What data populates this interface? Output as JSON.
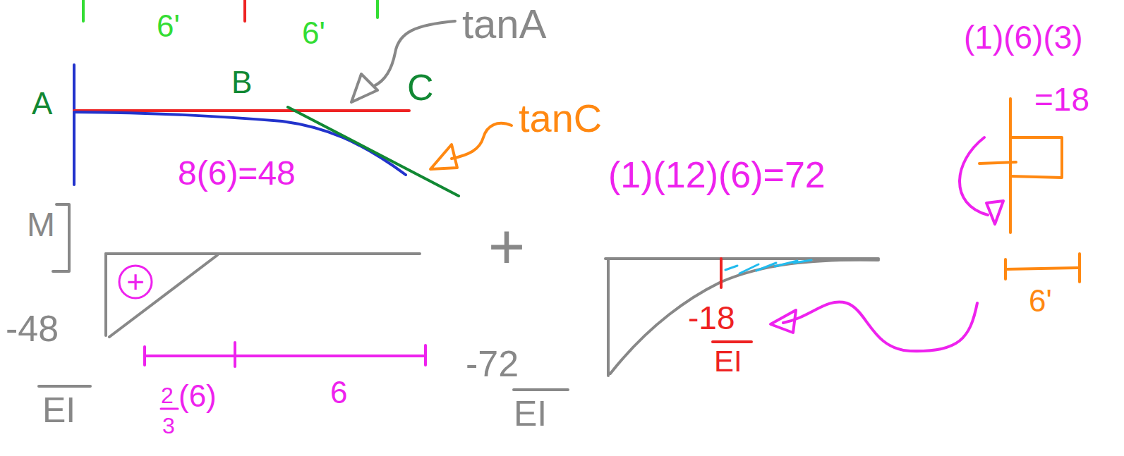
{
  "diagram": {
    "labels": [
      "6'",
      "6'",
      "tanA",
      "A",
      "B",
      "C",
      "tanC",
      "8(6)=48",
      "M",
      "+",
      "-48",
      "EI",
      "2",
      "(6)",
      "3",
      "6",
      "+",
      "-72",
      "EI",
      "(1)(12)(6)=72",
      "-18",
      "EI",
      "(1)(6)(3)",
      "=18",
      "6'"
    ]
  }
}
